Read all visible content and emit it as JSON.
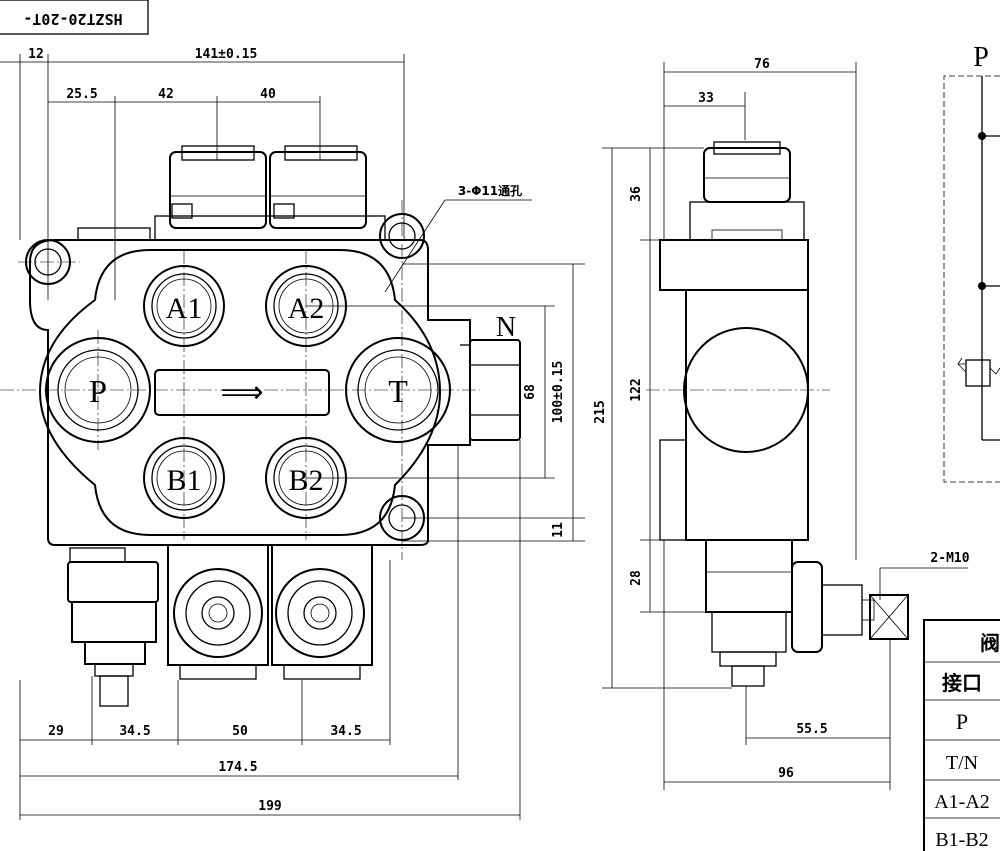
{
  "title_box": "HSZT20-20T-",
  "note_holes": "3-Φ11通孔",
  "note_m10": "2-M10",
  "ports": {
    "a1": "A1",
    "a2": "A2",
    "p": "P",
    "t": "T",
    "b1": "B1",
    "b2": "B2",
    "n": "N"
  },
  "arrow_glyph": "⟹",
  "front_dims": {
    "d12": "12",
    "d141": "141±0.15",
    "d25_5": "25.5",
    "d42": "42",
    "d40": "40",
    "d29": "29",
    "d34_5a": "34.5",
    "d50": "50",
    "d34_5b": "34.5",
    "d174_5": "174.5",
    "d199": "199",
    "d68": "68",
    "d100": "100±0.15",
    "d11": "11"
  },
  "side_dims": {
    "d76": "76",
    "d33": "33",
    "d215": "215",
    "d36": "36",
    "d122": "122",
    "d28": "28",
    "d55_5": "55.5",
    "d96": "96"
  },
  "schematic": {
    "p": "P"
  },
  "port_table": {
    "header_partial": "阀",
    "col_header": "接口",
    "rows": [
      "P",
      "T/N",
      "A1-A2",
      "B1-B2"
    ]
  }
}
